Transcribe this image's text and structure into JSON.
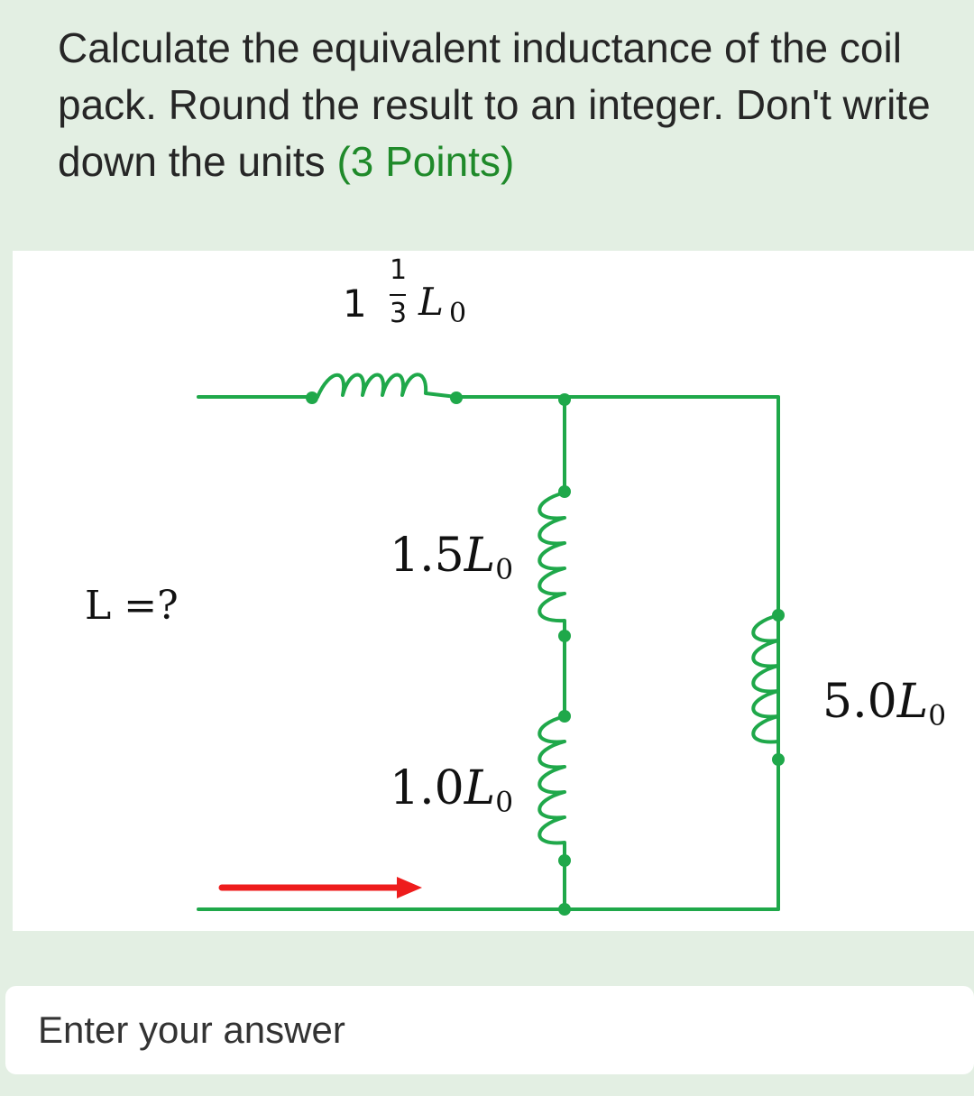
{
  "question": {
    "text": "Calculate the equivalent inductance of the coil pack. Round the result to an integer. Don't write down the units",
    "points": "(3 Points)"
  },
  "figure": {
    "top_label": {
      "whole": "1",
      "num": "1",
      "den": "3",
      "symbol": "L",
      "subscript": "0"
    },
    "unknown_label": "L =?",
    "labels": [
      {
        "value": "1.5",
        "symbol": "L",
        "subscript": "0"
      },
      {
        "value": "1.0",
        "symbol": "L",
        "subscript": "0"
      },
      {
        "value": "5.0",
        "symbol": "L",
        "subscript": "0"
      }
    ],
    "colors": {
      "wire": "#1fa84a",
      "arrow": "#ee1c1c",
      "text": "#111111"
    }
  },
  "answer": {
    "placeholder": "Enter your answer",
    "value": ""
  }
}
